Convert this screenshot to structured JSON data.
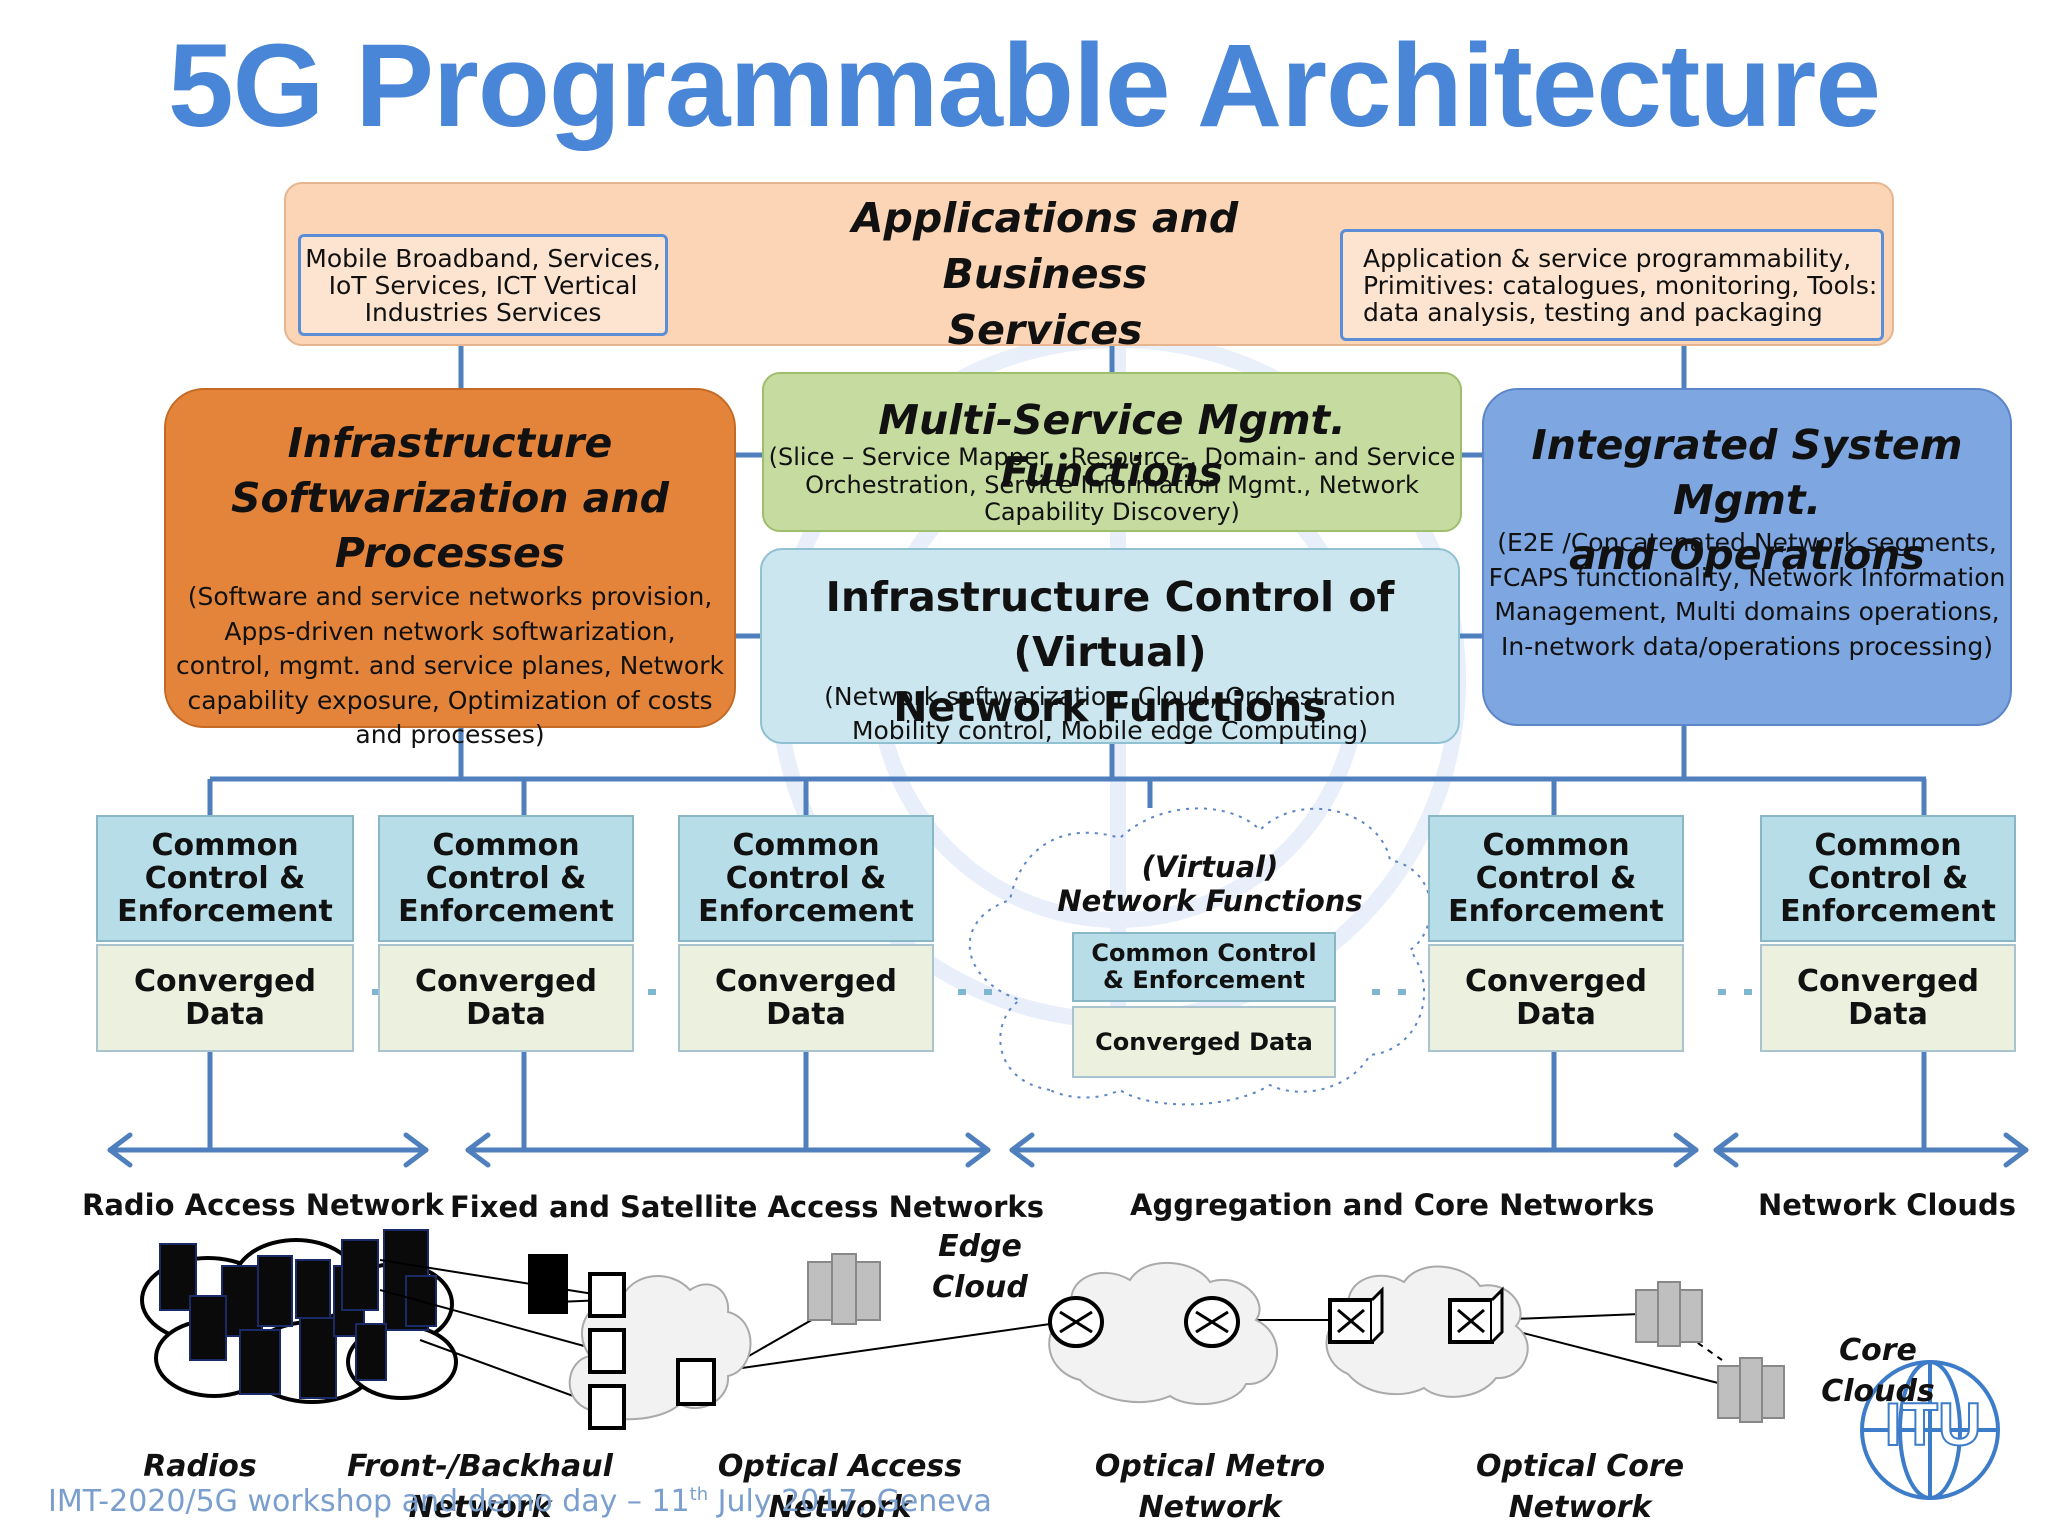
{
  "title": "5G Programmable Architecture",
  "apps": {
    "title_line1": "Applications and Business",
    "title_line2": "Services",
    "left_lines": [
      "Mobile  Broadband, Services,",
      "IoT Services, ICT Vertical",
      "Industries Services"
    ],
    "right_lines": [
      "Application & service programmability,",
      "Primitives: catalogues, monitoring, Tools:",
      "data analysis, testing and packaging"
    ]
  },
  "infra_soft": {
    "title_lines": [
      "Infrastructure",
      "Softwarization and",
      "Processes"
    ],
    "desc_lines": [
      "(Software and service networks provision,",
      "Apps-driven network softwarization,",
      "control, mgmt. and service planes, Network",
      "capability exposure, Optimization of costs",
      "and processes)"
    ]
  },
  "multi_service": {
    "title": "Multi-Service Mgmt. Functions",
    "desc_lines": [
      "(Slice – Service Mapper •Resource-, Domain- and  Service",
      "Orchestration, Service Information Mgmt.,  Network",
      "Capability Discovery)"
    ]
  },
  "infra_control": {
    "title_lines": [
      "Infrastructure Control of (Virtual)",
      "Network Functions"
    ],
    "desc_lines": [
      "(Network softwarization, Cloud, Orchestration",
      "Mobility control, Mobile edge Computing)"
    ]
  },
  "ism": {
    "title_lines": [
      "Integrated System Mgmt.",
      "and Operations"
    ],
    "desc_lines": [
      "(E2E /Concatenated Network segments,",
      "FCAPS functionality, Network Information",
      "Management, Multi domains operations,",
      "In-network data/operations processing)"
    ]
  },
  "cce_lines": [
    "Common",
    "Control &",
    "Enforcement"
  ],
  "cdata_lines": [
    "Converged",
    "Data"
  ],
  "virtual_nf": {
    "title_lines": [
      "(Virtual)",
      "Network Functions"
    ],
    "cce": [
      "Common Control",
      "& Enforcement"
    ],
    "cdata": "Converged Data"
  },
  "networks": {
    "ran": "Radio Access Network",
    "fixed": "Fixed and Satellite Access Networks",
    "aggregation": "Aggregation and Core Networks",
    "clouds": "Network Clouds"
  },
  "bottom_labels": {
    "radios": "Radios",
    "fronthaul": [
      "Front-/Backhaul",
      "Network"
    ],
    "optical_access": [
      "Optical Access",
      "Network"
    ],
    "optical_metro": [
      "Optical Metro",
      "Network"
    ],
    "optical_core": [
      "Optical Core",
      "Network"
    ],
    "edge_cloud": [
      "Edge",
      "Cloud"
    ],
    "core_clouds": [
      "Core",
      "Clouds"
    ]
  },
  "footer": {
    "pre": "IMT-2020/5G workshop and demo day – 11",
    "sup": "th",
    "post": "  July 2017, Geneva"
  },
  "logo_text": "ITU",
  "colors": {
    "title": "#4a86d8",
    "apps_bg": "#fbd5b5",
    "infra_bg": "#e4843a",
    "multi_service_bg": "#c6dba0",
    "infra_control_bg": "#cce6ef",
    "ism_bg": "#7ea6e0",
    "cce_bg": "#b7dde8",
    "cdata_bg": "#ebf1de",
    "connector": "#4f7fbd"
  }
}
